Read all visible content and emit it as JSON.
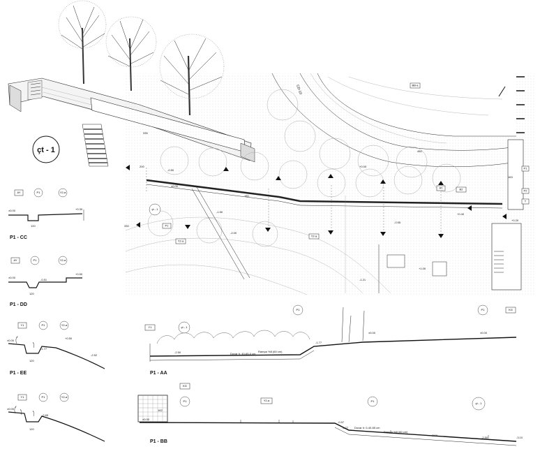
{
  "axon": {
    "title": "çt - 1",
    "dim": "335"
  },
  "plan": {
    "road_label": "CD-10",
    "zone_tags": [
      "BB-a",
      "B2",
      "AY",
      "P1",
      "Y2-a"
    ],
    "circle_tag": "çt - 1",
    "dims": [
      "450",
      "330",
      "163",
      "150",
      "200"
    ],
    "levels": [
      "+0.00",
      "±0.00",
      "-0.50",
      "-1.50",
      "-2.00",
      "-0.55",
      "+0.40",
      "-1.21",
      "+1.00",
      "+0.20"
    ],
    "side_tags": [
      "P1",
      "P2",
      "T"
    ]
  },
  "sections": [
    {
      "title": "P1 - CC",
      "tags": [
        "AY",
        "P1",
        "Y2-a"
      ],
      "levels": [
        "±0.00",
        "+0.30"
      ],
      "width": "120"
    },
    {
      "title": "P1 - DD",
      "tags": [
        "AY",
        "P1",
        "Y2-a"
      ],
      "levels": [
        "±0.00",
        "-0.51",
        "+0.50"
      ],
      "width": "120"
    },
    {
      "title": "P1 - EE",
      "tags": [
        "Y1",
        "P1",
        "Y2-a"
      ],
      "levels": [
        "±0.00",
        "+0.50",
        "-1.77",
        "-2.52"
      ],
      "width": "120"
    },
    {
      "title": "P1 - FF",
      "tags": [
        "Y1",
        "P1",
        "Y2-a"
      ],
      "levels": [
        "±0.00",
        "-2.65"
      ],
      "width": "120"
    }
  ],
  "section_aa": {
    "title": "P1 - AA",
    "tags": [
      "Y1",
      "P1",
      "P1",
      "KG"
    ],
    "circle": "çt - 1",
    "notes": [
      "Duvar h: 40-65-0 cm",
      "Rampa %8 (60 cm)"
    ],
    "levels": [
      "-2.50",
      "-1.77",
      "±0.00",
      "±0.00"
    ]
  },
  "section_bb": {
    "title": "P1 - BB",
    "tags": [
      "KG",
      "P1",
      "Y2-a",
      "P1"
    ],
    "circle": "çt - 1",
    "inset": "162",
    "notes": [
      "Duvar h: 0-40-65 cm",
      "Rampa %8 (60 cm)"
    ],
    "levels": [
      "±0.00",
      "-0.97",
      "-1.77",
      "-3.10",
      "-2.50",
      "-3.10"
    ]
  }
}
